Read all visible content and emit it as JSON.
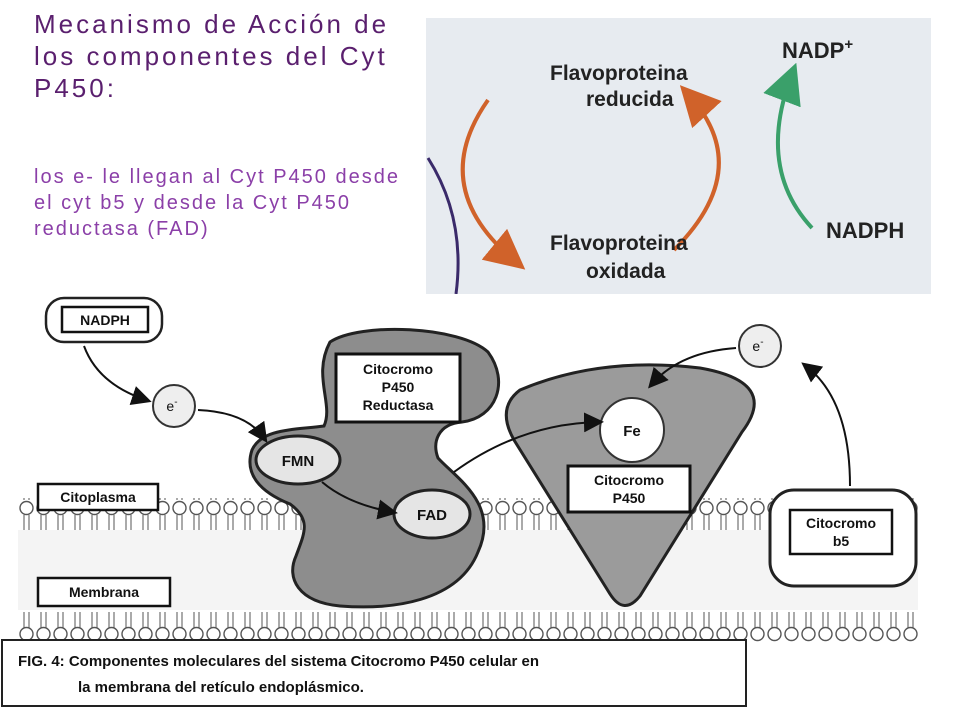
{
  "slide": {
    "title": "Mecanismo de Acción de los componentes del Cyt P450:",
    "subtitle": "los e- le llegan al Cyt P450 desde el cyt b5 y desde la Cyt P450 reductasa (FAD)"
  },
  "cycle_figure": {
    "flavo_reducida_line1": "Flavoproteina",
    "flavo_reducida_line2": "reducida",
    "flavo_oxidada_line1": "Flavoproteina",
    "flavo_oxidada_line2": "oxidada",
    "nadp_plus": "NADP",
    "nadp_plus_sup": "+",
    "nadph": "NADPH"
  },
  "membrane_figure": {
    "nadph_label": "NADPH",
    "electron": "e",
    "electron_sup": "-",
    "reductase_line1": "Citocromo",
    "reductase_line2": "P450",
    "reductase_line3": "Reductasa",
    "fmn": "FMN",
    "fad": "FAD",
    "fe": "Fe",
    "p450_line1": "Citocromo",
    "p450_line2": "P450",
    "b5_line1": "Citocromo",
    "b5_line2": "b5",
    "citoplasma": "Citoplasma",
    "membrana": "Membrana",
    "caption_line1": "FIG. 4:  Componentes moleculares del sistema Citocromo P450 celular en",
    "caption_line2": "la membrana del retículo endoplásmico."
  },
  "colors": {
    "title": "#5a1f6e",
    "subtitle": "#8b3fa8",
    "orange_arrow": "#d0622a",
    "green_arrow": "#3aa06a",
    "purple_curve": "#3a2a6a",
    "figure_bg": "#e7ebf0"
  }
}
